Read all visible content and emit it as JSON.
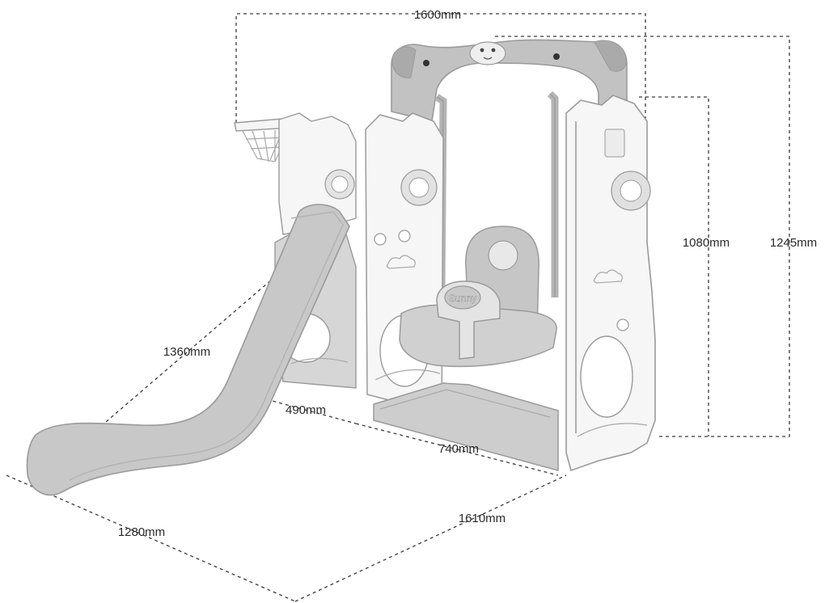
{
  "product": {
    "seat_badge": "Sunny"
  },
  "dimensions": {
    "top_width": "1600mm",
    "frame_height": "1080mm",
    "total_height": "1245mm",
    "slide_length": "1360mm",
    "base_depth": "490mm",
    "swing_width": "740mm",
    "total_length": "1610mm",
    "slide_width": "1280mm"
  },
  "colors": {
    "frame_white": "#f4f4f4",
    "frame_grey": "#bdbdbd",
    "slide_grey": "#c6c6c6",
    "outline": "#9a9a9a",
    "dim_line": "#3a3a3a"
  }
}
